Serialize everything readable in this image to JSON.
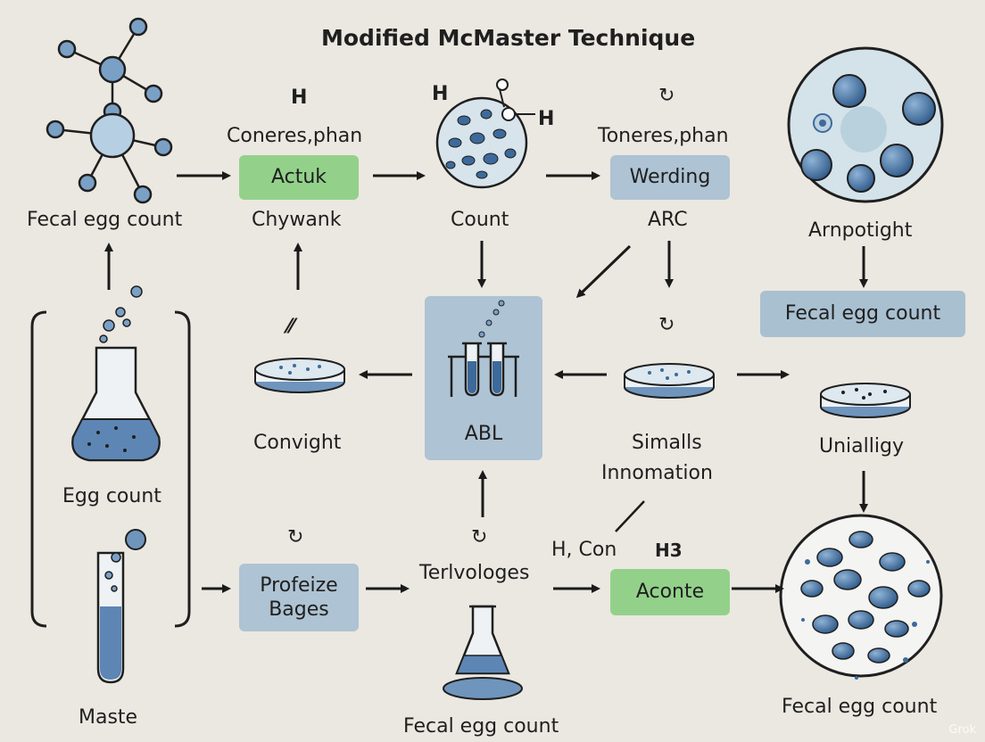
{
  "title": "Modified McMaster Technique",
  "labels": {
    "h_top": "H",
    "coneres": "Coneres,phan",
    "fecal_topleft": "Fecal egg count",
    "chywank": "Chywank",
    "h_sub": "H",
    "h_right": "H",
    "count": "Count",
    "toneres": "Toneres,phan",
    "arc": "ARC",
    "ampotight": "Arnpotight",
    "convight": "Convight",
    "egg_count": "Egg count",
    "simalls": "Simalls",
    "innomation": "Innomation",
    "unialligy": "Unialligy",
    "h_con": "H, Con",
    "h3": "H3",
    "terlvologes": "Terlvologes",
    "maste": "Maste",
    "fecal_bottom_mid": "Fecal egg count",
    "fecal_bottom_right": "Fecal egg count",
    "slash_sym": "⁄⁄",
    "rotate_sym": "↻"
  },
  "boxes": {
    "actuk": "Actuk",
    "werding": "Werding",
    "abl": "ABL",
    "fecal_box": "Fecal egg count",
    "profeize_line1": "Profeize",
    "profeize_line2": "Bages",
    "aconte": "Aconte"
  },
  "watermark": "Grok",
  "colors": {
    "background": "#ebe8e1",
    "green_box": "#93d18b",
    "blue_box": "#aec3d3",
    "egg_blue": "#3d6a9b",
    "liquid_blue": "#6f95bd",
    "outline": "#1f1f1f"
  }
}
